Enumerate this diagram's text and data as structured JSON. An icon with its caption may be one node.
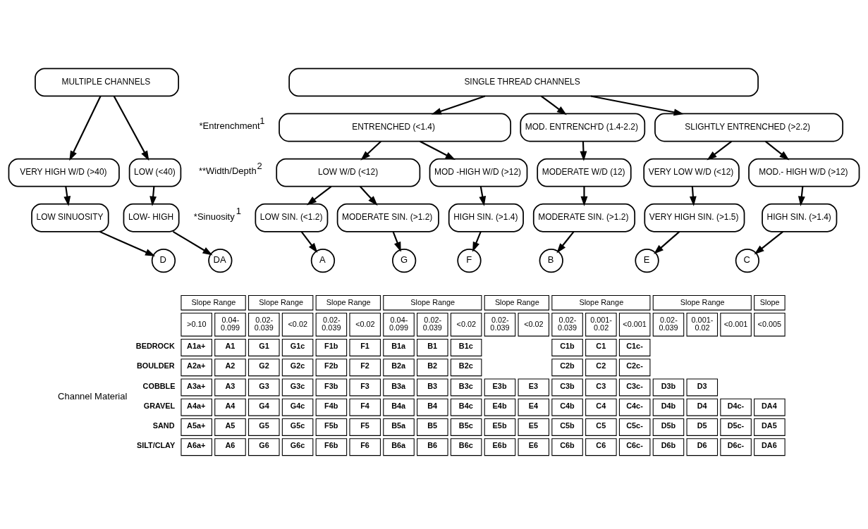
{
  "diagram": {
    "nodes": [
      {
        "text": [
          "SINGLE THREAD CHANNELS"
        ]
      },
      {
        "text": [
          "MULTIPLE CHANNELS"
        ]
      },
      {
        "text": [
          "ENTRENCHED (<1.4)"
        ]
      },
      {
        "text": [
          "MOD. ENTRENCH'D (1.4-2.2)"
        ]
      },
      {
        "text": [
          "SLIGHTLY ENTRENCHED (>2.2)"
        ]
      },
      {
        "text": [
          "LOW W/D (<12)"
        ]
      },
      {
        "text": [
          "MOD -HIGH W/D (>12)"
        ]
      },
      {
        "text": [
          "MODERATE W/D (12)"
        ]
      },
      {
        "text": [
          "VERY LOW W/D (<12)"
        ]
      },
      {
        "text": [
          "MOD.- HIGH W/D (>12)"
        ]
      },
      {
        "text": [
          "VERY HIGH W/D (>40)"
        ]
      },
      {
        "text": [
          "LOW (<40)"
        ]
      },
      {
        "text": [
          "LOW SIN. (<1.2)"
        ]
      },
      {
        "text": [
          "MODERATE SIN. (>1.2)"
        ]
      },
      {
        "text": [
          "HIGH SIN. (>1.4)"
        ]
      },
      {
        "text": [
          "MODERATE SIN. (>1.2)"
        ]
      },
      {
        "text": [
          "VERY HIGH SIN. (>1.5)"
        ]
      },
      {
        "text": [
          "HIGH SIN. (>1.4)"
        ]
      },
      {
        "text": [
          "LOW SINUOSITY"
        ]
      },
      {
        "text": [
          "LOW- HIGH"
        ]
      },
      {
        "text": [
          "A"
        ]
      },
      {
        "text": [
          "G"
        ]
      },
      {
        "text": [
          "F"
        ]
      },
      {
        "text": [
          "B"
        ]
      },
      {
        "text": [
          "E"
        ]
      },
      {
        "text": [
          "C"
        ]
      },
      {
        "text": [
          "D"
        ]
      },
      {
        "text": [
          "DA"
        ]
      }
    ],
    "edges": [
      {
        "from": 0,
        "to": 2,
        "arrow": "to"
      },
      {
        "from": 0,
        "to": 3,
        "arrow": "to"
      },
      {
        "from": 0,
        "to": 4,
        "arrow": "to"
      },
      {
        "from": 1,
        "to": 10,
        "arrow": "to"
      },
      {
        "from": 1,
        "to": 11,
        "arrow": "to"
      },
      {
        "from": 2,
        "to": 5,
        "arrow": "to"
      },
      {
        "from": 2,
        "to": 6,
        "arrow": "to"
      },
      {
        "from": 3,
        "to": 7,
        "arrow": "to"
      },
      {
        "from": 4,
        "to": 8,
        "arrow": "to"
      },
      {
        "from": 4,
        "to": 9,
        "arrow": "to"
      },
      {
        "from": 5,
        "to": 12,
        "arrow": "to"
      },
      {
        "from": 5,
        "to": 13,
        "arrow": "to"
      },
      {
        "from": 6,
        "to": 14,
        "arrow": "to"
      },
      {
        "from": 7,
        "to": 15,
        "arrow": "to"
      },
      {
        "from": 8,
        "to": 16,
        "arrow": "to"
      },
      {
        "from": 9,
        "to": 17,
        "arrow": "to"
      },
      {
        "from": 10,
        "to": 18,
        "arrow": "to"
      },
      {
        "from": 11,
        "to": 19,
        "arrow": "to"
      },
      {
        "from": 12,
        "to": 20,
        "arrow": "to"
      },
      {
        "from": 13,
        "to": 21,
        "arrow": "to"
      },
      {
        "from": 14,
        "to": 22,
        "arrow": "to"
      },
      {
        "from": 15,
        "to": 23,
        "arrow": "to"
      },
      {
        "from": 16,
        "to": 24,
        "arrow": "to"
      },
      {
        "from": 17,
        "to": 25,
        "arrow": "to"
      },
      {
        "from": 18,
        "to": 26,
        "arrow": "to"
      },
      {
        "from": 19,
        "to": 27,
        "arrow": "to"
      }
    ],
    "labels": [
      "*Entrenchment$^{1}$",
      "**Width/Depth$^{2}$",
      "*Sinuosity$^{1}$",
      "Slope Range",
      "Slope Range",
      "Slope Range",
      "Slope Range",
      "Slope Range",
      "Slope Range",
      "Slope Range",
      "Slope",
      ">0.10",
      "0.04- 0.099",
      "0.02- 0.039",
      "<0.02",
      "0.02- 0.039",
      "<0.02",
      "0.04- 0.099",
      "0.02- 0.039",
      "<0.02",
      "0.02- 0.039",
      "<0.02",
      "0.02- 0.039",
      "0.001- 0.02",
      "<0.001",
      "0.02- 0.039",
      "0.001- 0.02",
      "<0.001",
      "<0.005",
      "Channel Material",
      "BEDROCK",
      "A1a+",
      "A1",
      "G1",
      "G1c",
      "F1b",
      "F1",
      "B1a",
      "B1",
      "B1c",
      "C1b",
      "C1",
      "C1c-",
      "BOULDER",
      "A2a+",
      "A2",
      "G2",
      "G2c",
      "F2b",
      "F2",
      "B2a",
      "B2",
      "B2c",
      "C2b",
      "C2",
      "C2c-",
      "COBBLE",
      "A3a+",
      "A3",
      "G3",
      "G3c",
      "F3b",
      "F3",
      "B3a",
      "B3",
      "B3c",
      "E3b",
      "E3",
      "C3b",
      "C3",
      "C3c-",
      "D3b",
      "D3",
      "GRAVEL",
      "A4a+",
      "A4",
      "G4",
      "G4c",
      "F4b",
      "F4",
      "B4a",
      "B4",
      "B4c",
      "E4b",
      "E4",
      "C4b",
      "C4",
      "C4c-",
      "D4b",
      "D4",
      "D4c-",
      "DA4",
      "SAND",
      "A5a+",
      "A5",
      "G5",
      "G5c",
      "F5b",
      "F5",
      "B5a",
      "B5",
      "B5c",
      "E5b",
      "E5",
      "C5b",
      "C5",
      "C5c-",
      "D5b",
      "D5",
      "D5c-",
      "DA5",
      "SILT/CLAY",
      "A6a+",
      "A6",
      "G6",
      "G6c",
      "F6b",
      "F6",
      "B6a",
      "B6",
      "B6c",
      "E6b",
      "E6",
      "C6b",
      "C6",
      "C6c-",
      "D6b",
      "D6",
      "D6c-",
      "DA6"
    ]
  }
}
